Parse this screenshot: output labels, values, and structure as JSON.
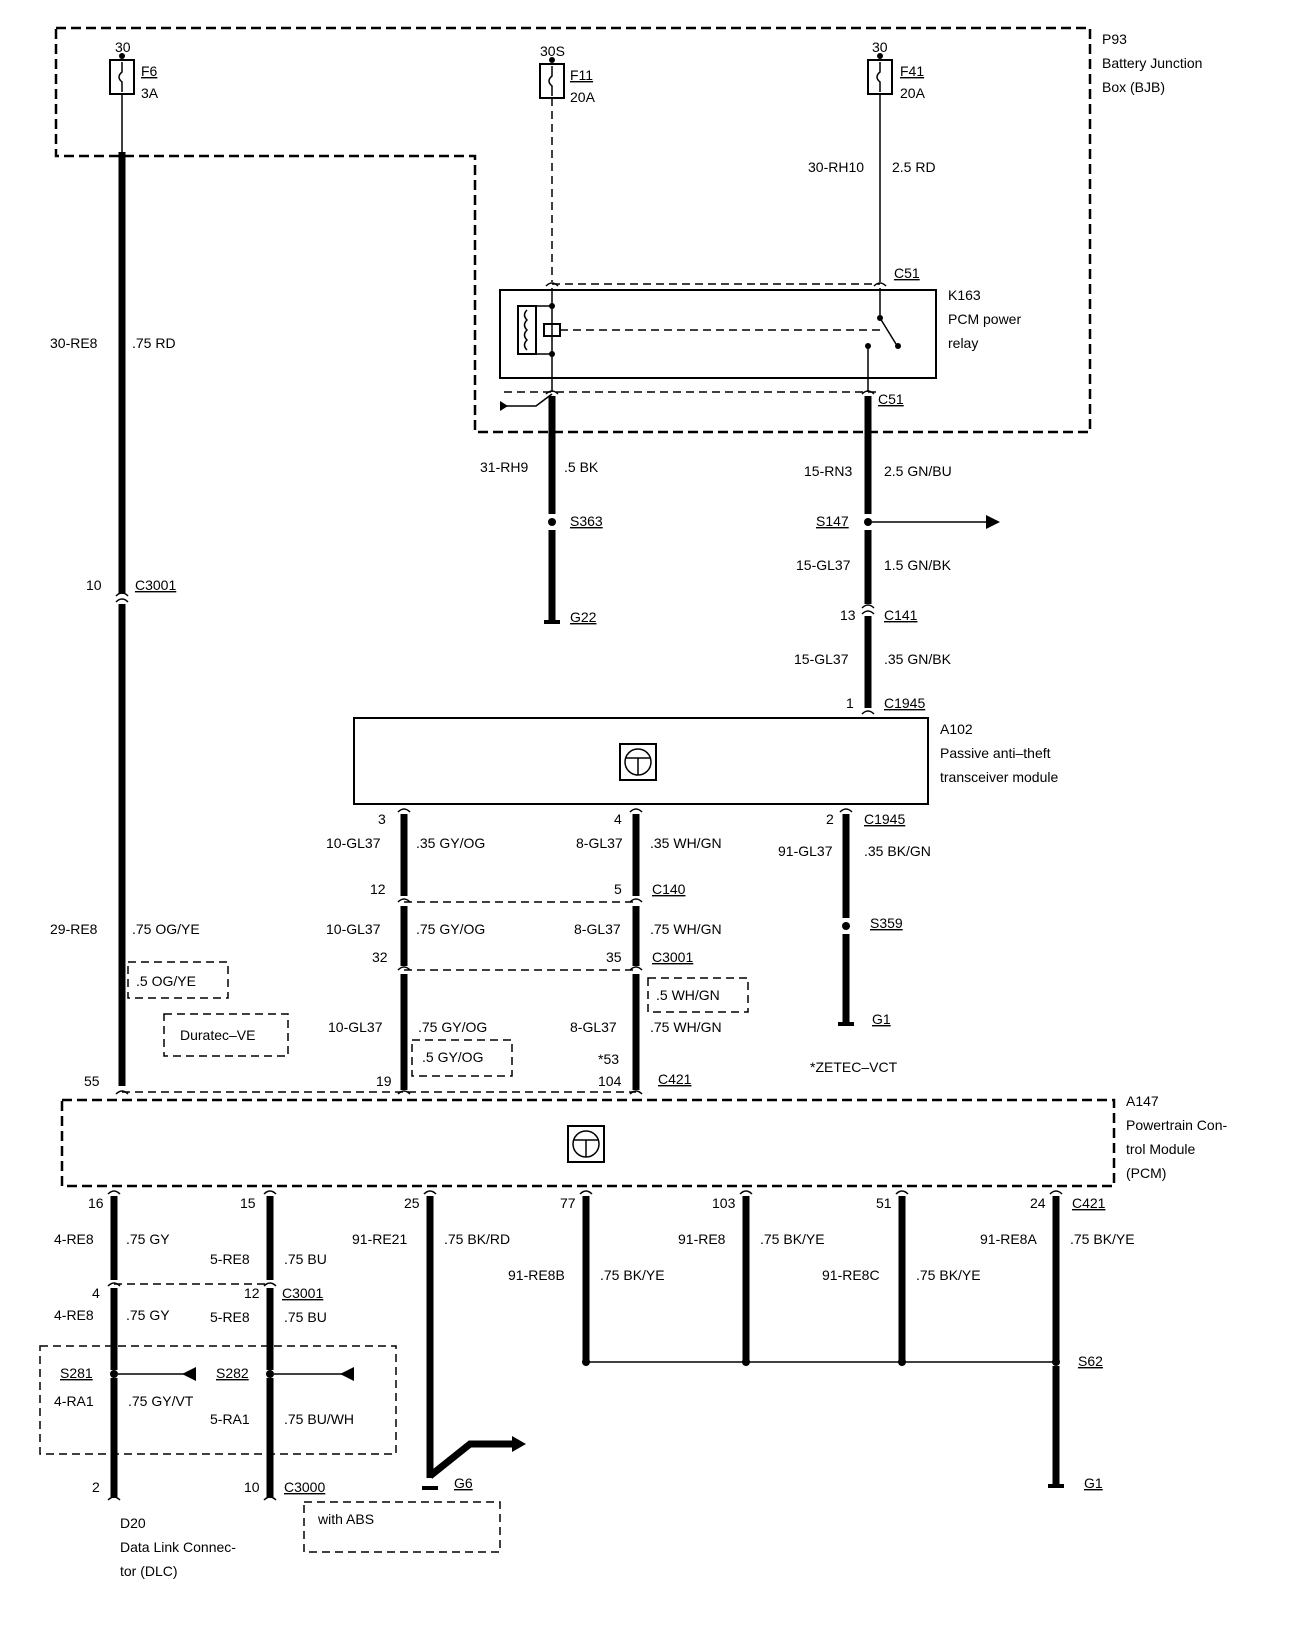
{
  "bjb": {
    "id": "P93",
    "line1": "Battery Junction",
    "line2": "Box (BJB)"
  },
  "fuses": [
    {
      "id": "F6",
      "rating": "3A",
      "supply": "30"
    },
    {
      "id": "F11",
      "rating": "20A",
      "supply": "30S"
    },
    {
      "id": "F41",
      "rating": "20A",
      "supply": "30"
    }
  ],
  "relay": {
    "id": "K163",
    "line1": "PCM power",
    "line2": "relay",
    "connector": "C51"
  },
  "pats": {
    "id": "A102",
    "line1": "Passive anti–theft",
    "line2": "transceiver module"
  },
  "pcm": {
    "id": "A147",
    "line1": "Powertrain Con-",
    "line2": "trol Module",
    "line3": "(PCM)"
  },
  "dlc": {
    "id": "D20",
    "line1": "Data Link Connec-",
    "line2": "tor (DLC)"
  },
  "notes": {
    "zetec": "*ZETEC–VCT",
    "duratec": "Duratec–VE",
    "abs": "with ABS"
  },
  "wires": {
    "w30re8": {
      "circuit": "30-RE8",
      "spec": ".75 RD"
    },
    "w30rh10": {
      "circuit": "30-RH10",
      "spec": "2.5 RD"
    },
    "w31rh9": {
      "circuit": "31-RH9",
      "spec": ".5 BK"
    },
    "w15rn3": {
      "circuit": "15-RN3",
      "spec": "2.5 GN/BU"
    },
    "w15gl37a": {
      "circuit": "15-GL37",
      "spec": "1.5 GN/BK"
    },
    "w15gl37b": {
      "circuit": "15-GL37",
      "spec": ".35 GN/BK"
    },
    "w10gl37a": {
      "circuit": "10-GL37",
      "spec": ".35 GY/OG"
    },
    "w8gl37a": {
      "circuit": "8-GL37",
      "spec": ".35 WH/GN"
    },
    "w91gl37": {
      "circuit": "91-GL37",
      "spec": ".35 BK/GN"
    },
    "w10gl37b": {
      "circuit": "10-GL37",
      "spec": ".75 GY/OG"
    },
    "w8gl37b": {
      "circuit": "8-GL37",
      "spec": ".75 WH/GN"
    },
    "w10gl37c": {
      "circuit": "10-GL37",
      "spec": ".75 GY/OG",
      "alt": ".5 GY/OG"
    },
    "w8gl37c": {
      "circuit": "8-GL37",
      "spec": ".75 WH/GN",
      "alt": ".5 WH/GN"
    },
    "w29re8": {
      "circuit": "29-RE8",
      "spec": ".75 OG/YE",
      "alt": ".5 OG/YE"
    },
    "w4re8a": {
      "circuit": "4-RE8",
      "spec": ".75 GY"
    },
    "w5re8a": {
      "circuit": "5-RE8",
      "spec": ".75 BU"
    },
    "w4re8b": {
      "circuit": "4-RE8",
      "spec": ".75 GY"
    },
    "w5re8b": {
      "circuit": "5-RE8",
      "spec": ".75 BU"
    },
    "w4ra1": {
      "circuit": "4-RA1",
      "spec": ".75 GY/VT"
    },
    "w5ra1": {
      "circuit": "5-RA1",
      "spec": ".75 BU/WH"
    },
    "w91re21": {
      "circuit": "91-RE21",
      "spec": ".75 BK/RD"
    },
    "w91re8b": {
      "circuit": "91-RE8B",
      "spec": ".75 BK/YE"
    },
    "w91re8": {
      "circuit": "91-RE8",
      "spec": ".75 BK/YE"
    },
    "w91re8c": {
      "circuit": "91-RE8C",
      "spec": ".75 BK/YE"
    },
    "w91re8a": {
      "circuit": "91-RE8A",
      "spec": ".75 BK/YE"
    }
  },
  "connectors": {
    "c51a": "C51",
    "c51b": "C51",
    "c3001a": "C3001",
    "c141": "C141",
    "c1945a": "C1945",
    "c1945b": "C1945",
    "c140": "C140",
    "c3001b": "C3001",
    "c421a": "C421",
    "c421b": "C421",
    "c3001c": "C3001",
    "c3000": "C3000"
  },
  "splices": {
    "s363": "S363",
    "s147": "S147",
    "s359": "S359",
    "s281": "S281",
    "s282": "S282",
    "s62": "S62"
  },
  "grounds": {
    "g22": "G22",
    "g1a": "G1",
    "g6": "G6",
    "g1b": "G1"
  },
  "pins": {
    "p10": "10",
    "p13": "13",
    "p1": "1",
    "p3": "3",
    "p4": "4",
    "p2": "2",
    "p12": "12",
    "p5": "5",
    "p32": "32",
    "p35": "35",
    "p53": "*53",
    "p55": "55",
    "p19": "19",
    "p104": "104",
    "p16": "16",
    "p15": "15",
    "p25": "25",
    "p77": "77",
    "p103": "103",
    "p51": "51",
    "p24": "24",
    "p4b": "4",
    "p12b": "12",
    "p2b": "2",
    "p10b": "10"
  }
}
